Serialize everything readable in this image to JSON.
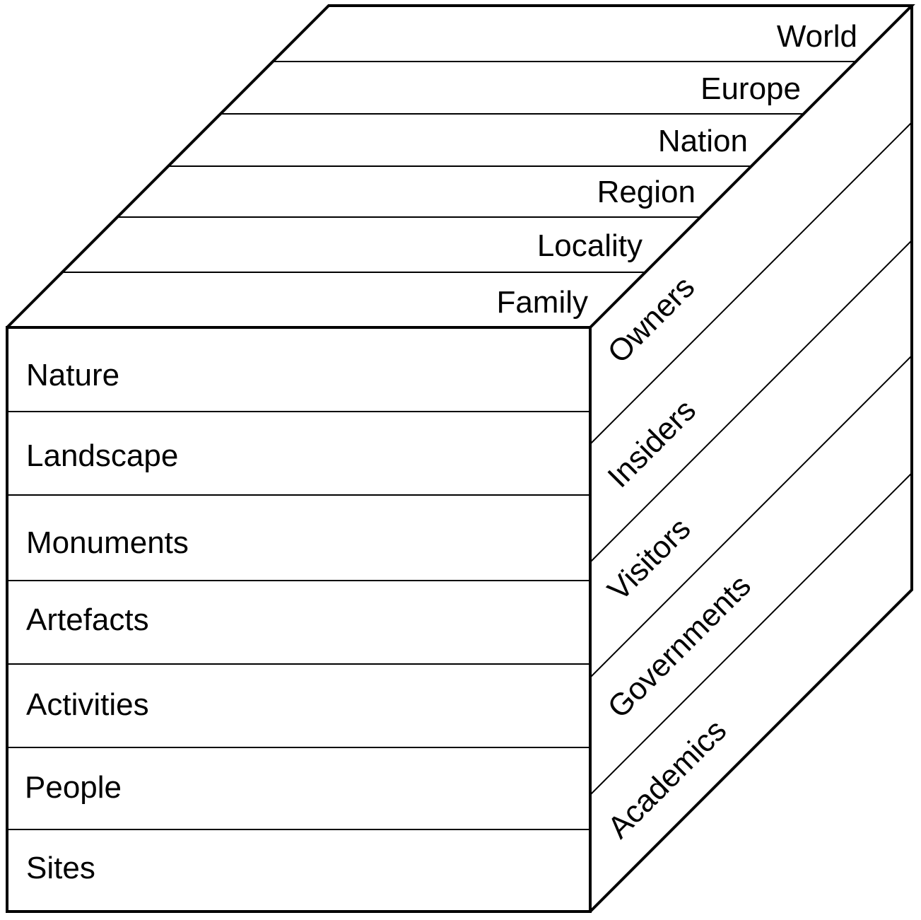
{
  "diagram": {
    "front_face": {
      "rows": [
        "Nature",
        "Landscape",
        "Monuments",
        "Artefacts",
        "Activities",
        "People",
        "Sites"
      ]
    },
    "top_face": {
      "rows": [
        "World",
        "Europe",
        "Nation",
        "Region",
        "Locality",
        "Family"
      ]
    },
    "side_face": {
      "rows": [
        "Owners",
        "Insiders",
        "Visitors",
        "Governments",
        "Academics"
      ]
    },
    "colors": {
      "line": "#000000",
      "background": "#ffffff"
    }
  }
}
